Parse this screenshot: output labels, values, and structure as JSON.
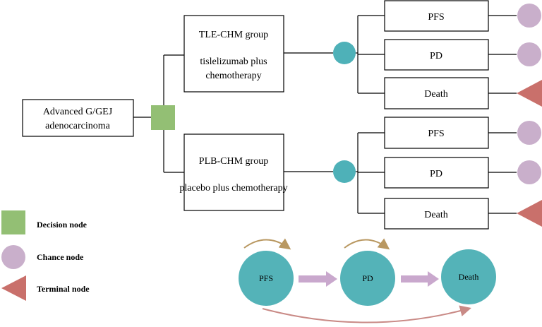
{
  "colors": {
    "decision": "#93bf74",
    "chance": "#4eb1b8",
    "terminal_node": "#c9706b",
    "legend_chance": "#c9afcb",
    "state_node": "#54b3b8",
    "state_arrow": "#c9a8cd",
    "self_loop": "#b99861",
    "back_arc": "#c98a86",
    "line": "#000000"
  },
  "root": {
    "line1": "Advanced G/GEJ",
    "line2": "adenocarcinoma"
  },
  "arms": [
    {
      "title": "TLE-CHM group",
      "desc_line1": "tislelizumab plus",
      "desc_line2": "chemotherapy",
      "outcomes": [
        "PFS",
        "PD",
        "Death"
      ],
      "terminal_icons": [
        "chance",
        "chance",
        "terminal"
      ]
    },
    {
      "title": "PLB-CHM group",
      "desc_line1": "placebo plus chemotherapy",
      "desc_line2": "",
      "outcomes": [
        "PFS",
        "PD",
        "Death"
      ],
      "terminal_icons": [
        "chance",
        "chance",
        "terminal"
      ]
    }
  ],
  "legend": [
    {
      "icon": "decision-square-icon",
      "label": "Decision node"
    },
    {
      "icon": "chance-circle-icon",
      "label": "Chance node"
    },
    {
      "icon": "terminal-triangle-icon",
      "label": "Terminal node"
    }
  ],
  "markov_states": [
    "PFS",
    "PD",
    "Death"
  ]
}
